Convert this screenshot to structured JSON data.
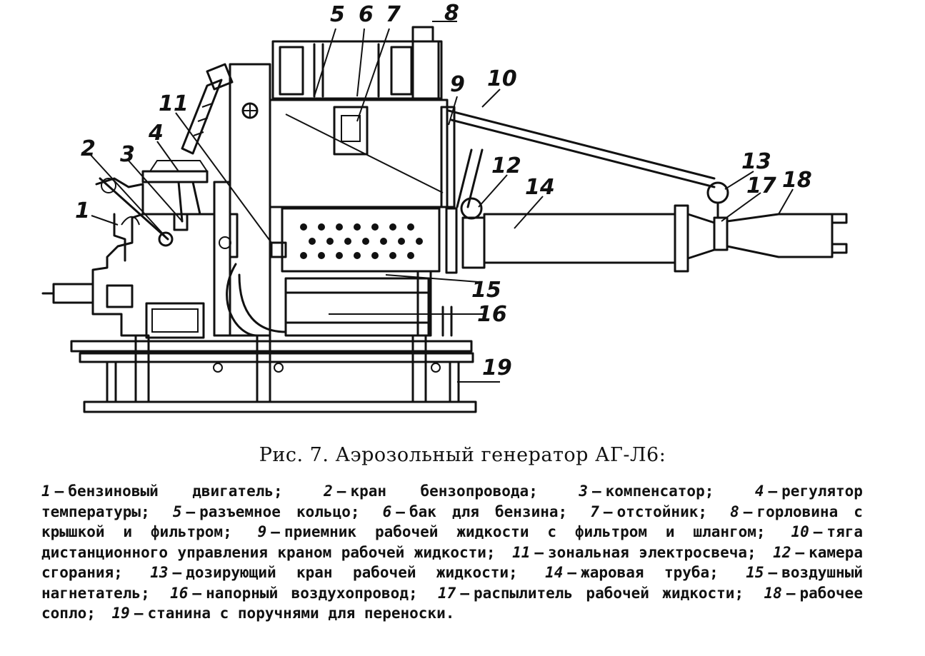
{
  "caption": "Рис. 7. Аэрозольный генератор АГ-Л6:",
  "legend": [
    {
      "num": "1",
      "text": "бензиновый двигатель"
    },
    {
      "num": "2",
      "text": "кран бензопровода"
    },
    {
      "num": "3",
      "text": "компенсатор"
    },
    {
      "num": "4",
      "text": "регулятор температуры"
    },
    {
      "num": "5",
      "text": "разъемное кольцо"
    },
    {
      "num": "6",
      "text": "бак для бензина"
    },
    {
      "num": "7",
      "text": "отстойник"
    },
    {
      "num": "8",
      "text": "горловина с крышкой и фильтром"
    },
    {
      "num": "9",
      "text": "приемник рабочей жидкости с фильтром и шлангом"
    },
    {
      "num": "10",
      "text": "тяга дистанционного управления краном рабочей жидкости"
    },
    {
      "num": "11",
      "text": "зональная электросвеча"
    },
    {
      "num": "12",
      "text": "камера сгорания"
    },
    {
      "num": "13",
      "text": "дозирующий кран рабочей жидкости"
    },
    {
      "num": "14",
      "text": "жаровая труба"
    },
    {
      "num": "15",
      "text": "воздушный нагнетатель"
    },
    {
      "num": "16",
      "text": "напорный воздухопровод"
    },
    {
      "num": "17",
      "text": "распылитель рабочей жидкости"
    },
    {
      "num": "18",
      "text": "рабочее сопло"
    },
    {
      "num": "19",
      "text": "станина с поручнями для переноски"
    }
  ],
  "callouts": [
    {
      "num": "1"
    },
    {
      "num": "2"
    },
    {
      "num": "3"
    },
    {
      "num": "4"
    },
    {
      "num": "5"
    },
    {
      "num": "6"
    },
    {
      "num": "7"
    },
    {
      "num": "8"
    },
    {
      "num": "9"
    },
    {
      "num": "10"
    },
    {
      "num": "11"
    },
    {
      "num": "12"
    },
    {
      "num": "13"
    },
    {
      "num": "14"
    },
    {
      "num": "15"
    },
    {
      "num": "16"
    },
    {
      "num": "17"
    },
    {
      "num": "18"
    },
    {
      "num": "19"
    }
  ]
}
